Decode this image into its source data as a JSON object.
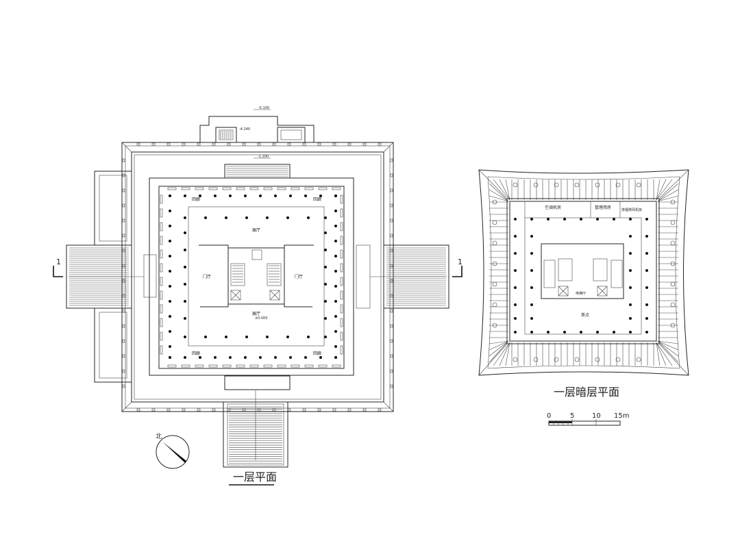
{
  "plan1": {
    "title": "一层平面",
    "levels": {
      "top": "-5.100",
      "stair": "-4.240",
      "terrace": "-1.200",
      "floor": "±0.000"
    },
    "rooms": {
      "corridor_nw": "回廊",
      "corridor_ne": "回廊",
      "corridor_sw": "回廊",
      "corridor_se": "回廊",
      "hall_n": "展厅",
      "hall_s": "展厅",
      "foyer_w": "门厅",
      "foyer_e": "门厅"
    },
    "section_mark": "1",
    "north_label": "北"
  },
  "plan2": {
    "title": "一层暗层平面",
    "rooms": {
      "ac": "空调机房",
      "mgmt": "管理用房",
      "exhaust": "排烟排风机房",
      "elevator_hall": "电梯厅",
      "teahouse": "茶点"
    }
  },
  "scale_bar": {
    "ticks": [
      "0",
      "5",
      "10",
      "15m"
    ]
  }
}
